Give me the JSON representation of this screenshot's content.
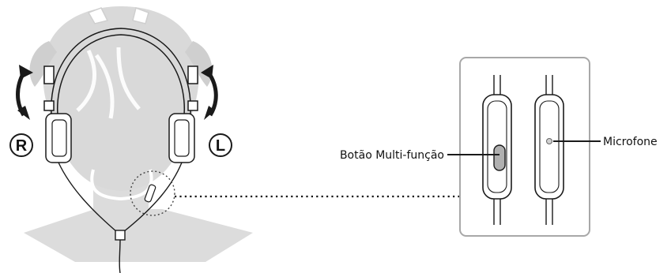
{
  "side_markers": {
    "right": "R",
    "left": "L"
  },
  "callouts": {
    "multifunction_button": "Botão Multi-função",
    "microphone": "Microfone"
  },
  "colors": {
    "silhouette": "#dddddd",
    "silhouette_dark": "#cfcfcf",
    "outline": "#1a1a1a",
    "inset_border": "#a8a8a8",
    "button_fill": "#b0b0b0"
  },
  "icons": {
    "adjust_arrows": "double-headed-curved-arrow-icon"
  }
}
